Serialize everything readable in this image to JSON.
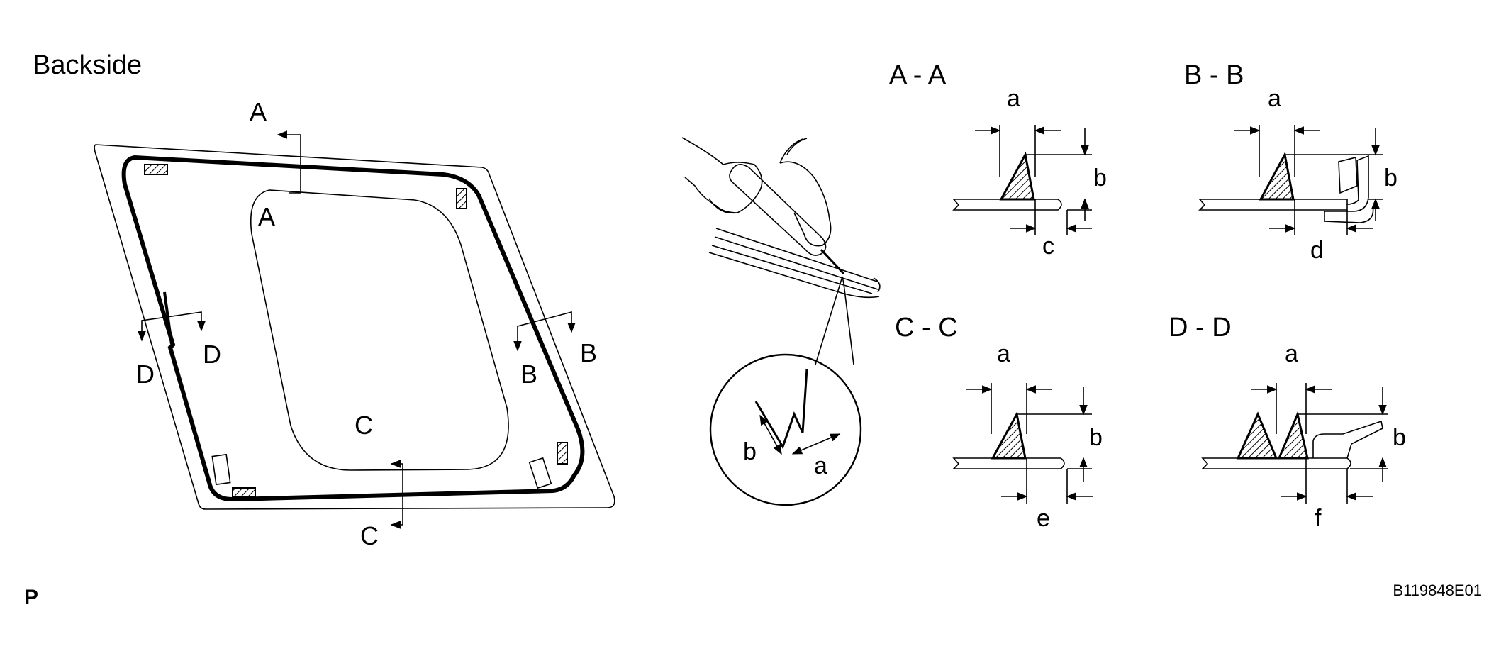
{
  "heading": "Backside",
  "window_labels": {
    "a_top": "A",
    "a_inner": "A",
    "b_right": "B",
    "b_inner": "B",
    "c_center": "C",
    "c_bottom": "C",
    "d_left": "D",
    "d_inner": "D"
  },
  "magnifier_labels": {
    "b": "b",
    "a": "a"
  },
  "sections": [
    {
      "title": "A - A",
      "dims": {
        "top": "a",
        "side": "b",
        "bottom": "c"
      }
    },
    {
      "title": "B - B",
      "dims": {
        "top": "a",
        "side": "b",
        "bottom": "d"
      }
    },
    {
      "title": "C - C",
      "dims": {
        "top": "a",
        "side": "b",
        "bottom": "e"
      }
    },
    {
      "title": "D - D",
      "dims": {
        "top": "a",
        "side": "b",
        "bottom": "f"
      }
    }
  ],
  "corner_mark": "P",
  "figure_code": "B119848E01"
}
